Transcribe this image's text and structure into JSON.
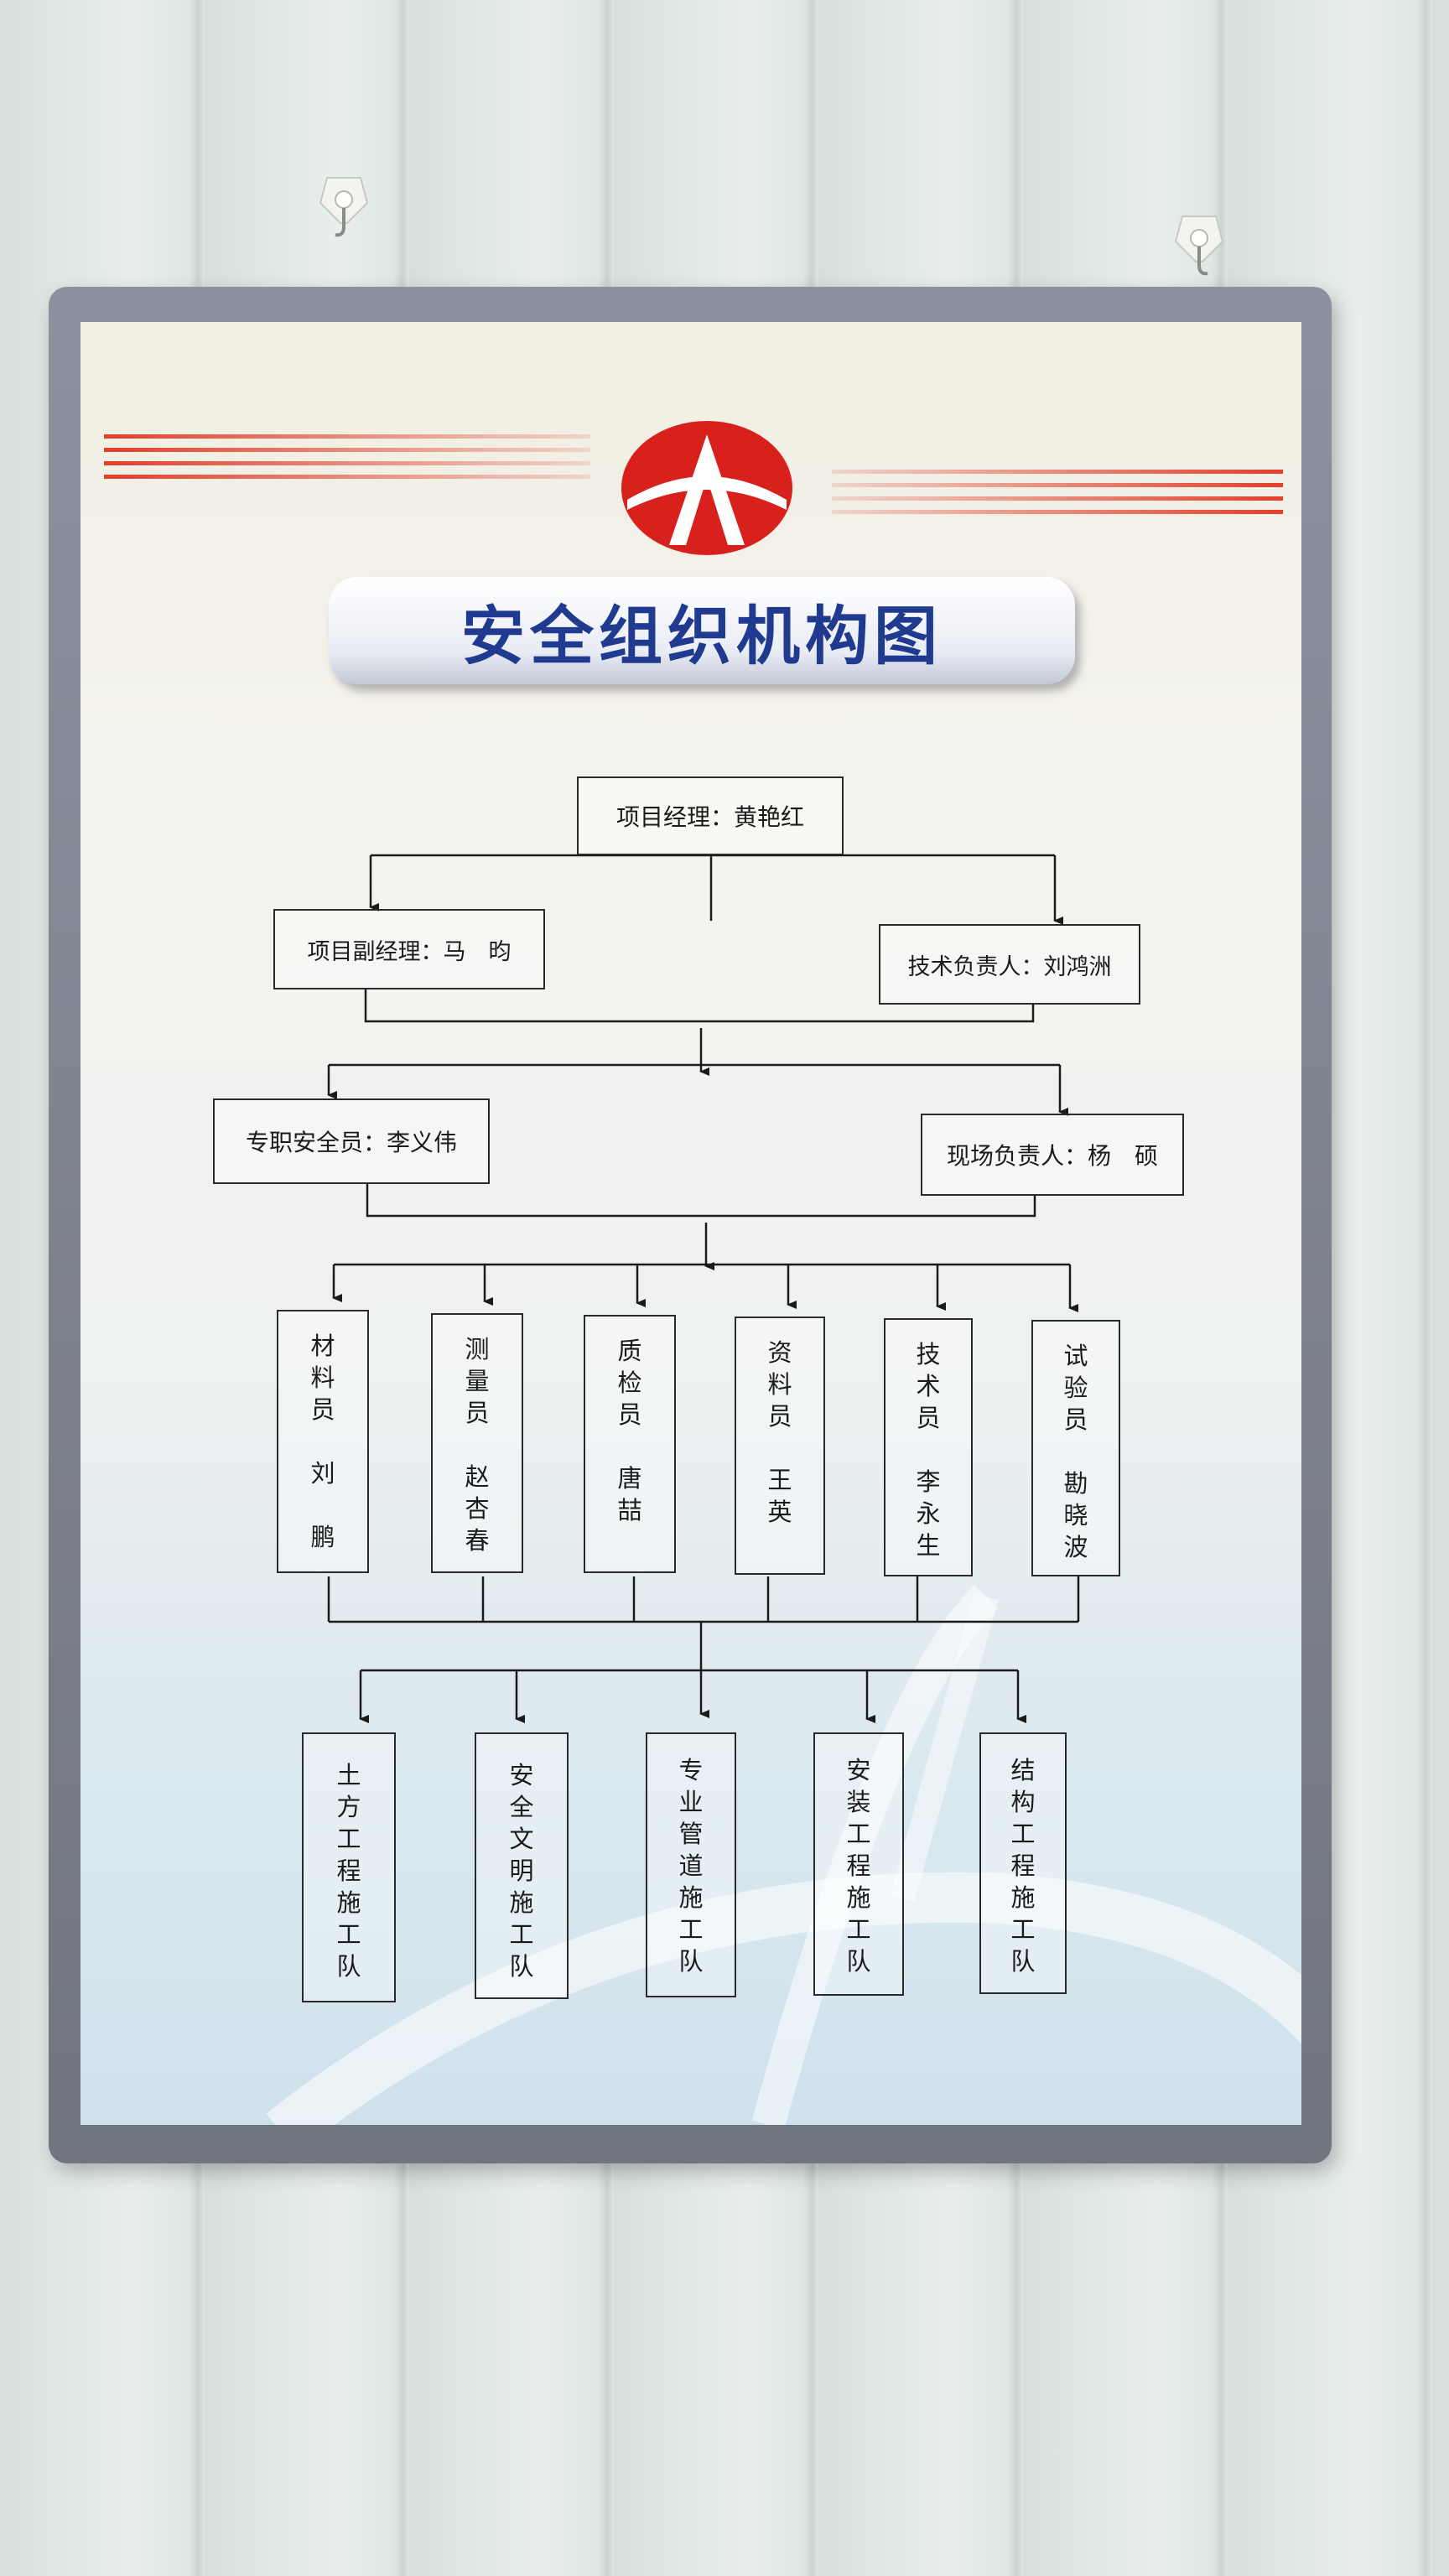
{
  "poster": {
    "title": "安全组织机构图",
    "logo_icon": "company-logo-icon",
    "colors": {
      "title_text": "#1f3a8f",
      "logo_red": "#d8201c",
      "stripe_red": "#e0402b",
      "frame": "#7d828e"
    }
  },
  "org": {
    "manager": "项目经理：黄艳红",
    "deputy_manager": "项目副经理：马　昀",
    "tech_lead": "技术负责人：刘鸿洲",
    "safety_officer": "专职安全员：李义伟",
    "site_lead": "现场负责人：杨　硕",
    "staff": [
      {
        "role": "材料员",
        "name": "刘鹏"
      },
      {
        "role": "测量员",
        "name": "赵杏春"
      },
      {
        "role": "质检员",
        "name": "唐喆"
      },
      {
        "role": "资料员",
        "name": "王英"
      },
      {
        "role": "技术员",
        "name": "李永生"
      },
      {
        "role": "试验员",
        "name": "勘晓波"
      }
    ],
    "teams": [
      "土方工程施工队",
      "安全文明施工队",
      "专业管道施工队",
      "安装工程施工队",
      "结构工程施工队"
    ]
  }
}
